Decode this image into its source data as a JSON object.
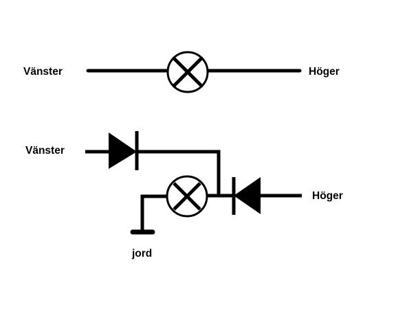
{
  "diagram": {
    "top_circuit": {
      "left_label": "Vänster",
      "right_label": "Höger"
    },
    "bottom_circuit": {
      "left_label": "Vänster",
      "right_label": "Höger",
      "ground_label": "jord"
    },
    "colors": {
      "ink": "#000000",
      "background": "#ffffff"
    },
    "components": {
      "lamp_symbol": "circle-with-x-icon",
      "diode_symbol": "diode-icon",
      "ground_symbol": "ground-icon"
    }
  }
}
